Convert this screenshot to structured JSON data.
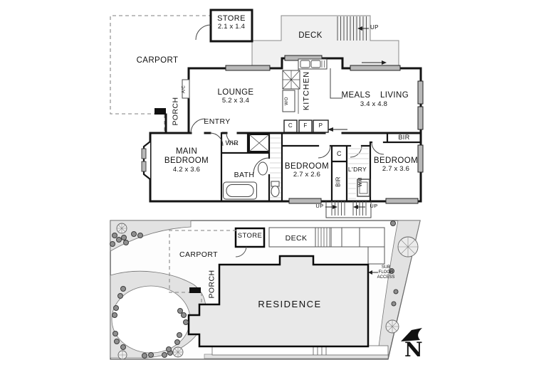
{
  "upper_plan": {
    "carport_label": "CARPORT",
    "store_label": "STORE",
    "store_dims": "2.1 x 1.4",
    "deck_label": "DECK",
    "deck_up_label": "UP",
    "lounge_label": "LOUNGE",
    "lounge_dims": "5.2 x 3.4",
    "kitchen_label": "KITCHEN",
    "wall_oven_label": "WO",
    "cupboard_label": "C",
    "fridge_label": "F",
    "pantry_label": "P",
    "meals_label": "MEALS",
    "living_label": "LIVING",
    "meals_living_dims": "3.4 x 4.8",
    "entry_label": "ENTRY",
    "porch_label": "PORCH",
    "ac_label": "A/C",
    "main_bedroom_label": "MAIN BEDROOM",
    "main_bedroom_dims": "4.2 x 3.6",
    "wir_label": "WIR",
    "bath_label": "BATH",
    "bedroom2_label": "BEDROOM",
    "bedroom2_dims": "2.7 x 2.6",
    "closet_label": "C",
    "bir_label": "BIR",
    "ldry_label": "L'DRY",
    "wm_label": "WM",
    "bedroom3_label": "BEDROOM",
    "bedroom3_dims": "2.7 x 3.6",
    "stairs_up_label": "UP"
  },
  "site_plan": {
    "carport_label": "CARPORT",
    "store_label": "STORE",
    "deck_label": "DECK",
    "porch_label": "PORCH",
    "residence_label": "RESIDENCE",
    "sub_floor_line1": "SUB",
    "sub_floor_line2": "FLOOR",
    "sub_floor_line3": "ACCESS",
    "north_label": "N"
  },
  "colors": {
    "wall": "#141414",
    "deck_fill": "#f0f0f0",
    "garden_fill": "#e2e2e2",
    "residence_fill": "#e9e9e9",
    "window_fill": "#b8b8b8"
  }
}
